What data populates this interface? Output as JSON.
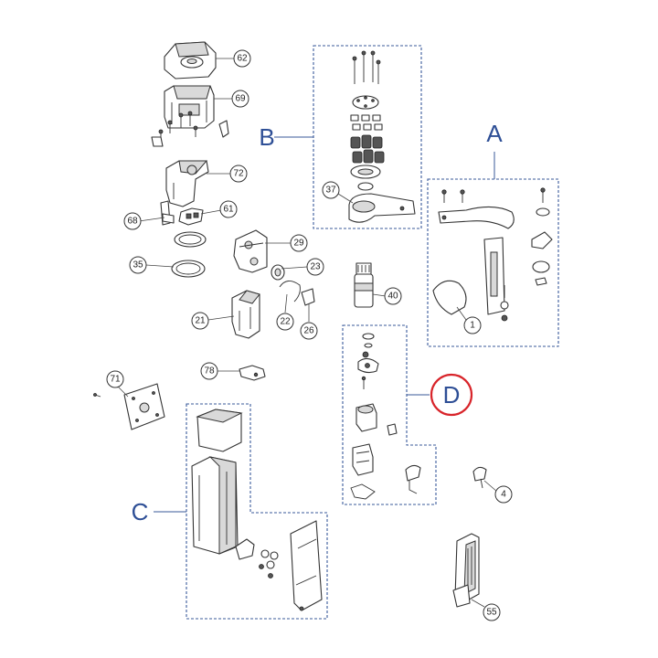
{
  "colors": {
    "group_letter": "#2e4f96",
    "group_box": "#3a5a9a",
    "highlight": "#d8242a"
  },
  "groups": [
    {
      "letter": "A"
    },
    {
      "letter": "B"
    },
    {
      "letter": "C"
    },
    {
      "letter": "D",
      "highlighted": true
    }
  ],
  "callouts": [
    "62",
    "69",
    "72",
    "61",
    "68",
    "29",
    "35",
    "23",
    "21",
    "22",
    "26",
    "37",
    "40",
    "1",
    "78",
    "71",
    "4",
    "55"
  ]
}
